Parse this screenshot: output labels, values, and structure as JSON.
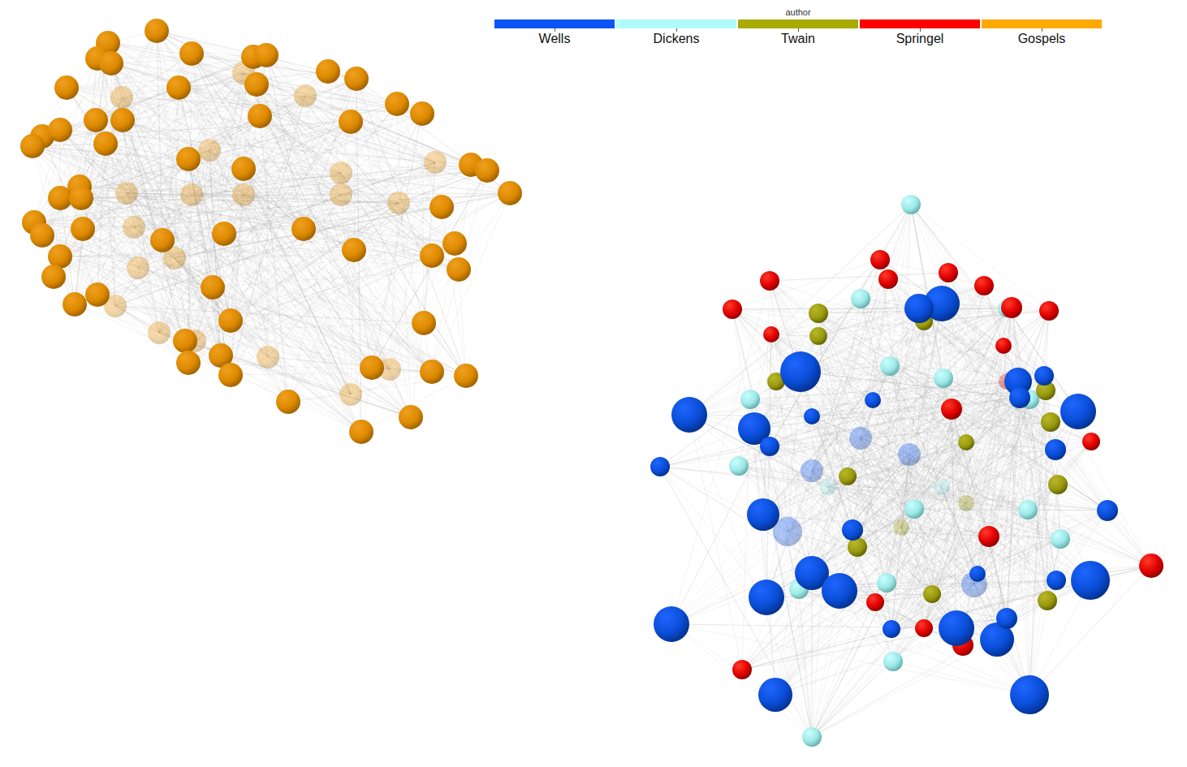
{
  "diagram": {
    "labels": [
      "author"
    ],
    "legend": [
      {
        "text": "Wells",
        "color": "#0a55f5"
      },
      {
        "text": "Dickens",
        "color": "#b0fbfb"
      },
      {
        "text": "Twain",
        "color": "#aaaa00"
      },
      {
        "text": "Springel",
        "color": "#ff0000"
      },
      {
        "text": "Gospels",
        "color": "#ffaa00"
      }
    ]
  }
}
